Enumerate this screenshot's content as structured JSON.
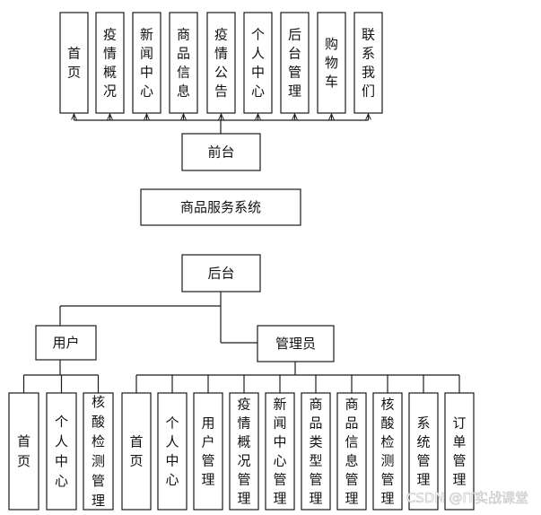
{
  "diagram": {
    "root": "商品服务系统",
    "front": {
      "label": "前台",
      "modules": [
        "首页",
        "疫情概况",
        "新闻中心",
        "商品信息",
        "疫情公告",
        "个人中心",
        "后台管理",
        "购物车",
        "联系我们"
      ]
    },
    "back": {
      "label": "后台",
      "user": {
        "label": "用户",
        "modules": [
          "首页",
          "个人中心",
          "核酸检测管理"
        ]
      },
      "admin": {
        "label": "管理员",
        "modules": [
          "首页",
          "个人中心",
          "用户管理",
          "疫情概况管理",
          "新闻中心管理",
          "商品类型管理",
          "商品信息管理",
          "核酸检测管理",
          "系统管理",
          "订单管理"
        ]
      }
    }
  },
  "watermark": "CSDN @IT实战课堂"
}
